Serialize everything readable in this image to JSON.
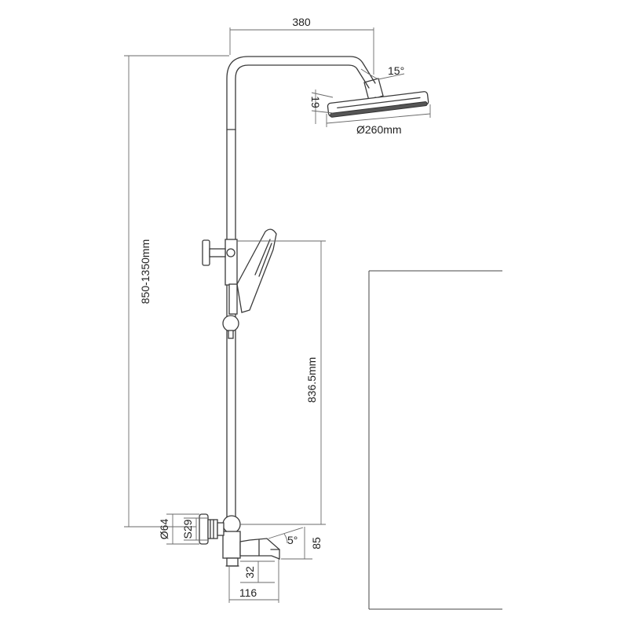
{
  "dimensions": {
    "top_width": "380",
    "arm_angle": "15°",
    "head_thickness": "19",
    "head_diameter": "Ø260mm",
    "height_range": "850-1350mm",
    "holder_height": "836.5mm",
    "inlet_diameter": "Ø64",
    "inlet_size": "S29",
    "spout_angle": "5°",
    "spout_height": "85",
    "spout_drop": "32",
    "spout_length": "116"
  },
  "colors": {
    "line": "#3a3a3a",
    "dimension": "#6a6a6a",
    "text": "#222222"
  }
}
